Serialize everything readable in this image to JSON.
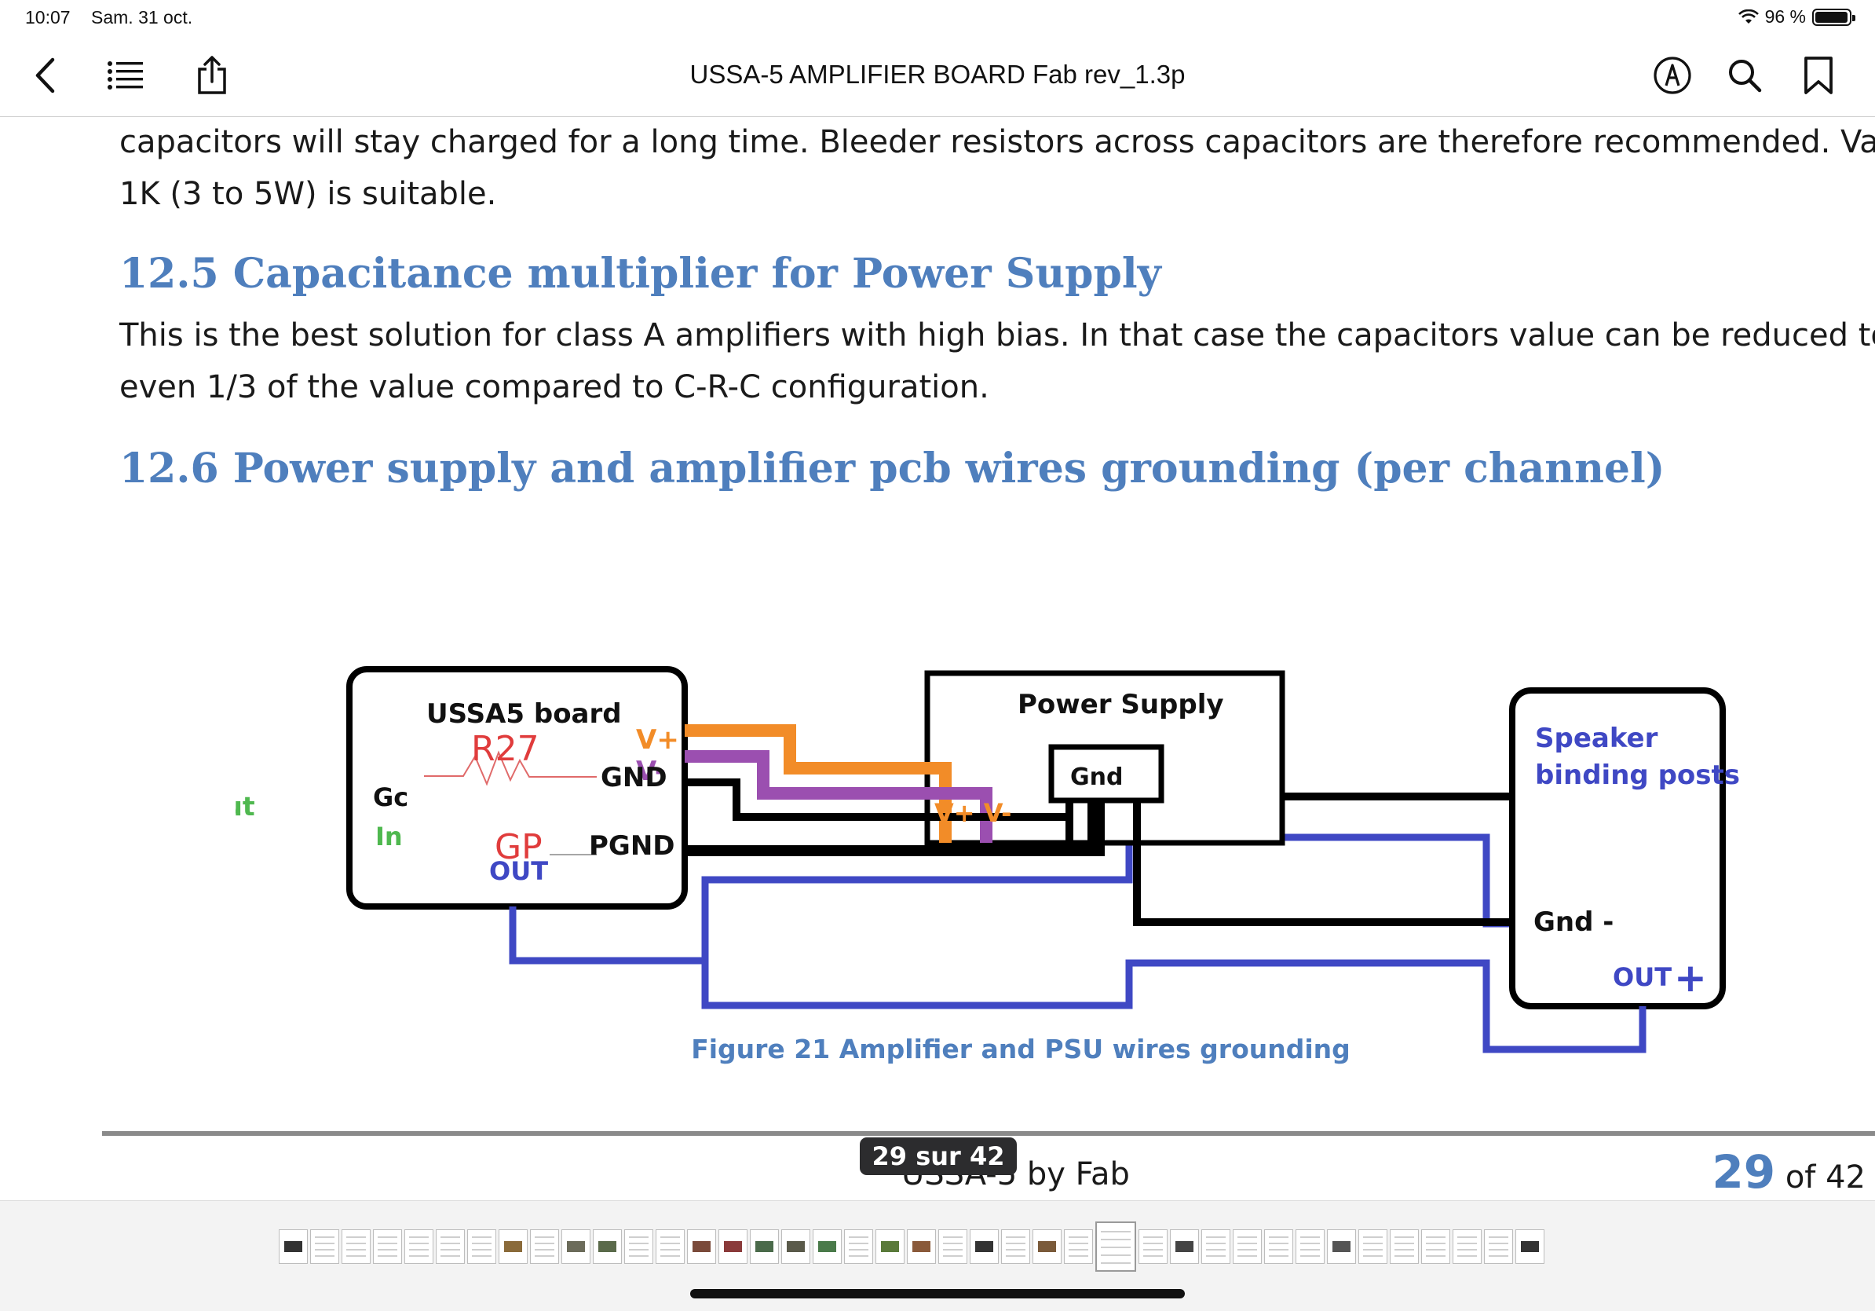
{
  "status": {
    "time": "10:07",
    "date": "Sam. 31 oct.",
    "battery": "96 %"
  },
  "nav": {
    "title": "USSA-5 AMPLIFIER BOARD Fab rev_1.3p"
  },
  "doc": {
    "para1_line1": "capacitors will stay charged for a long time. Bleeder resistors across capacitors are therefore recommended. Value of",
    "para1_line2": "1K (3 to 5W) is suitable.",
    "h_12_5": "12.5 Capacitance multiplier for Power Supply",
    "para2_line1": "This is the best solution for class A amplifiers with high bias. In that case the capacitors value can be reduced to ½ or",
    "para2_line2": "even 1/3 of the value compared to C-R-C configuration.",
    "h_12_6": "12.6 Power supply and amplifier pcb wires grounding (per channel)",
    "caption": "Figure 21 Amplifier and PSU wires grounding"
  },
  "diagram": {
    "board_title": "USSA5 board",
    "r27": "R27",
    "input": "Input",
    "gc": "Gc",
    "in": "In",
    "vplus": "V+",
    "vminus": "V-",
    "gnd": "GND",
    "gp": "GP",
    "out": "OUT",
    "pgnd": "PGND",
    "psu_title": "Power Supply",
    "psu_gnd": "Gnd",
    "psu_rails": "V+ V-",
    "speaker_line1": "Speaker",
    "speaker_line2": "binding posts",
    "spk_gnd": "Gnd -",
    "spk_out": "OUT",
    "colors": {
      "orange": "#f28c28",
      "purple": "#9b4fb0",
      "blue": "#3f48c4",
      "black": "#000000",
      "red": "#e03c3c",
      "green": "#4fb84f",
      "heading": "#4f7fbd"
    }
  },
  "footer": {
    "text": "USSA-5 by Fab",
    "page_big": "29",
    "page_rest": "of 42",
    "badge": "29 sur 42"
  },
  "icons": [
    "back-icon",
    "list-icon",
    "share-icon",
    "markup-icon",
    "search-icon",
    "bookmark-icon",
    "wifi-icon",
    "battery-icon"
  ]
}
